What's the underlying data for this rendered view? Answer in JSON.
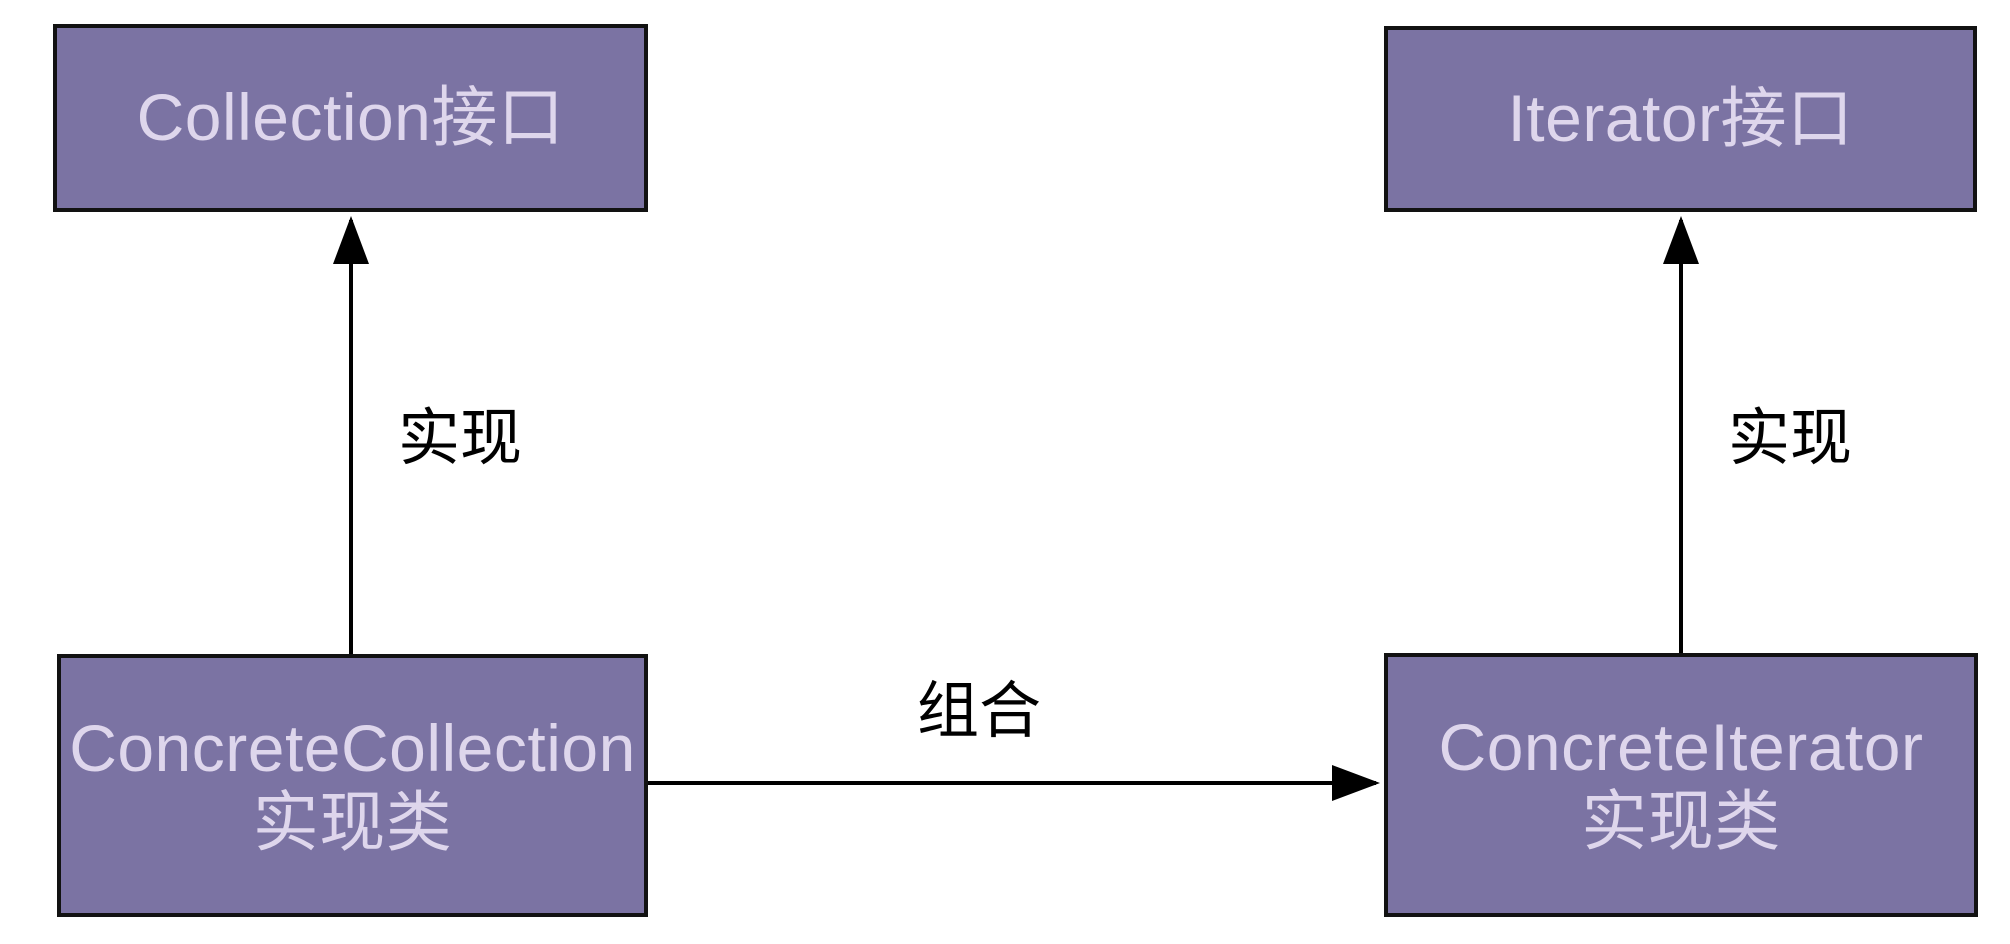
{
  "diagram": {
    "nodes": [
      {
        "id": "collection-interface",
        "label": "Collection接口"
      },
      {
        "id": "iterator-interface",
        "label": "Iterator接口"
      },
      {
        "id": "concrete-collection",
        "label": "ConcreteCollection",
        "sublabel": "实现类"
      },
      {
        "id": "concrete-iterator",
        "label": "ConcreteIterator",
        "sublabel": "实现类"
      }
    ],
    "edges": [
      {
        "from": "concrete-collection",
        "to": "collection-interface",
        "label": "实现",
        "direction": "up"
      },
      {
        "from": "concrete-iterator",
        "to": "iterator-interface",
        "label": "实现",
        "direction": "up"
      },
      {
        "from": "concrete-collection",
        "to": "concrete-iterator",
        "label": "组合",
        "direction": "right"
      }
    ],
    "colors": {
      "node_fill": "#7b73a3",
      "node_border": "#121212",
      "node_text": "#ded6ec",
      "edge_stroke": "#000000",
      "edge_label_text": "#000000",
      "background": "#ffffff"
    }
  }
}
